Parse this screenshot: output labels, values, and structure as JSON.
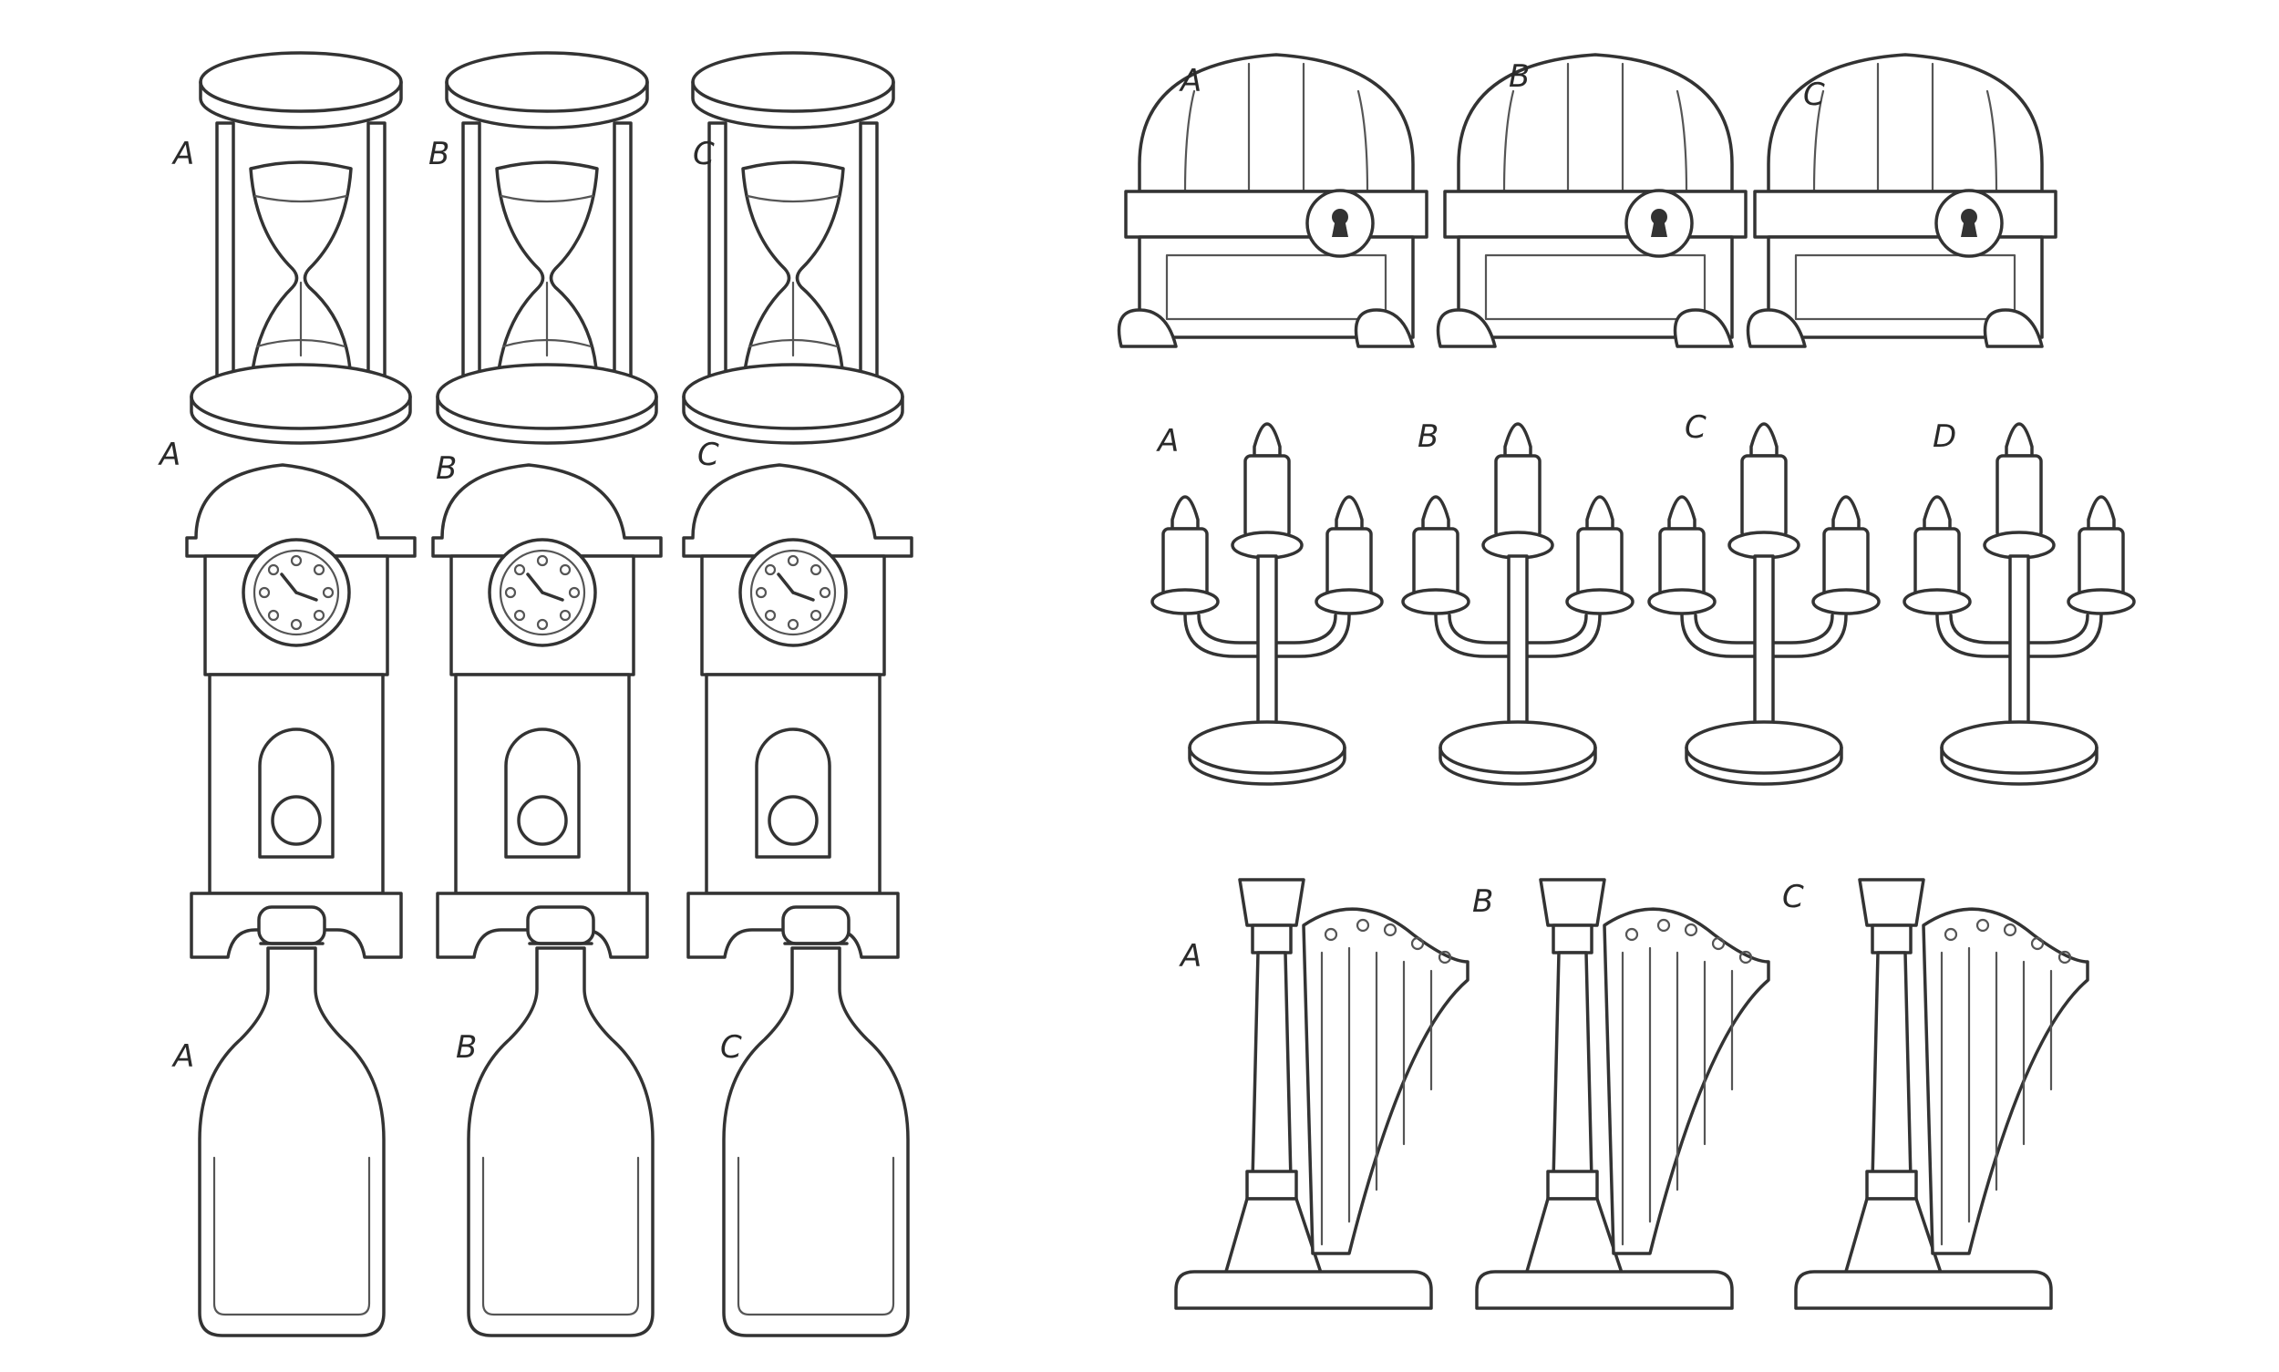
{
  "rows": [
    {
      "id": "hourglass",
      "labels": [
        "A",
        "B",
        "C"
      ]
    },
    {
      "id": "grandfather-clock",
      "labels": [
        "A",
        "B",
        "C"
      ]
    },
    {
      "id": "bottle",
      "labels": [
        "A",
        "B",
        "C"
      ]
    },
    {
      "id": "treasure-chest",
      "labels": [
        "A",
        "B",
        "C"
      ]
    },
    {
      "id": "candelabra",
      "labels": [
        "A",
        "B",
        "C",
        "D"
      ]
    },
    {
      "id": "harp",
      "labels": [
        "A",
        "B",
        "C"
      ]
    }
  ]
}
